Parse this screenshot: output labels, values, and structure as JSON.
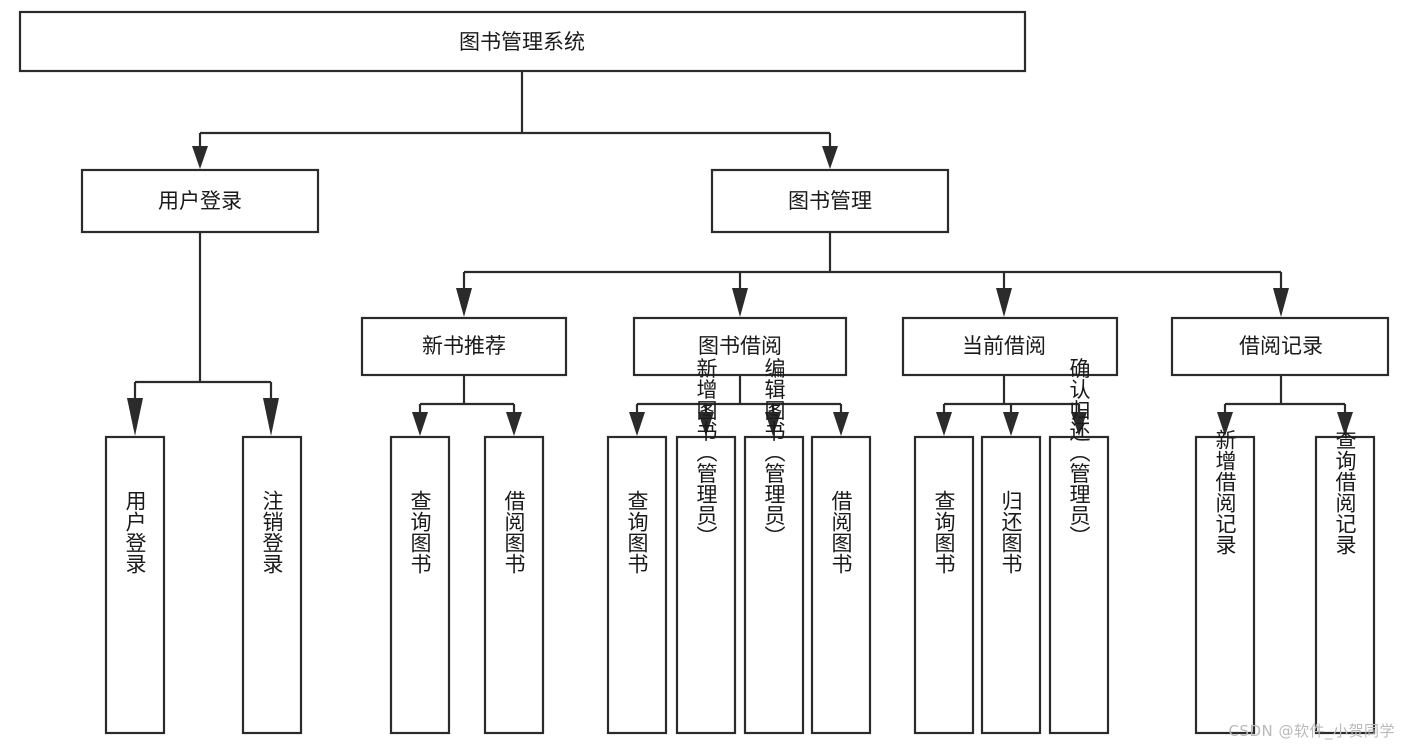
{
  "diagram": {
    "title": "图书管理系统",
    "watermark": "CSDN @软件_小贺同学",
    "type": "tree-hierarchy-diagram",
    "orientation": "top-down",
    "levels": 4,
    "colors": {
      "box_stroke": "#2b2b2b",
      "box_fill": "#ffffff",
      "connector": "#2b2b2b",
      "text": "#1a1a1a",
      "watermark": "#b9b9b9",
      "background": "#ffffff"
    },
    "nodes": {
      "root": {
        "id": "root",
        "label": "图书管理系统",
        "level": 1,
        "orientation": "horizontal"
      },
      "l2_user_login": {
        "id": "l2_user_login",
        "label": "用户登录",
        "level": 2,
        "orientation": "horizontal"
      },
      "l2_book_mgmt": {
        "id": "l2_book_mgmt",
        "label": "图书管理",
        "level": 2,
        "orientation": "horizontal"
      },
      "l3_new_book_rec": {
        "id": "l3_new_book_rec",
        "label": "新书推荐",
        "level": 3,
        "orientation": "horizontal"
      },
      "l3_book_borrow": {
        "id": "l3_book_borrow",
        "label": "图书借阅",
        "level": 3,
        "orientation": "horizontal"
      },
      "l3_current_borrow": {
        "id": "l3_current_borrow",
        "label": "当前借阅",
        "level": 3,
        "orientation": "horizontal"
      },
      "l3_borrow_record": {
        "id": "l3_borrow_record",
        "label": "借阅记录",
        "level": 3,
        "orientation": "horizontal"
      },
      "l4_login": {
        "id": "l4_login",
        "label": "用户登录",
        "level": 4,
        "orientation": "vertical"
      },
      "l4_logout": {
        "id": "l4_logout",
        "label": "注销登录",
        "level": 4,
        "orientation": "vertical"
      },
      "l4_rec_query": {
        "id": "l4_rec_query",
        "label": "查询图书",
        "level": 4,
        "orientation": "vertical"
      },
      "l4_rec_borrow": {
        "id": "l4_rec_borrow",
        "label": "借阅图书",
        "level": 4,
        "orientation": "vertical"
      },
      "l4_bb_query": {
        "id": "l4_bb_query",
        "label": "查询图书",
        "level": 4,
        "orientation": "vertical"
      },
      "l4_bb_add": {
        "id": "l4_bb_add",
        "label": "新增图书（管理员）",
        "level": 4,
        "orientation": "vertical"
      },
      "l4_bb_edit": {
        "id": "l4_bb_edit",
        "label": "编辑图书（管理员）",
        "level": 4,
        "orientation": "vertical"
      },
      "l4_bb_borrow": {
        "id": "l4_bb_borrow",
        "label": "借阅图书",
        "level": 4,
        "orientation": "vertical"
      },
      "l4_cb_query": {
        "id": "l4_cb_query",
        "label": "查询图书",
        "level": 4,
        "orientation": "vertical"
      },
      "l4_cb_return": {
        "id": "l4_cb_return",
        "label": "归还图书",
        "level": 4,
        "orientation": "vertical"
      },
      "l4_cb_confirm": {
        "id": "l4_cb_confirm",
        "label": "确认归还（管理员）",
        "level": 4,
        "orientation": "vertical"
      },
      "l4_br_add": {
        "id": "l4_br_add",
        "label": "新增借阅记录",
        "level": 4,
        "orientation": "vertical"
      },
      "l4_br_query": {
        "id": "l4_br_query",
        "label": "查询借阅记录",
        "level": 4,
        "orientation": "vertical"
      }
    },
    "edges": [
      {
        "from": "root",
        "to": "l2_user_login"
      },
      {
        "from": "root",
        "to": "l2_book_mgmt"
      },
      {
        "from": "l2_user_login",
        "to": "l4_login"
      },
      {
        "from": "l2_user_login",
        "to": "l4_logout"
      },
      {
        "from": "l2_book_mgmt",
        "to": "l3_new_book_rec"
      },
      {
        "from": "l2_book_mgmt",
        "to": "l3_book_borrow"
      },
      {
        "from": "l2_book_mgmt",
        "to": "l3_current_borrow"
      },
      {
        "from": "l2_book_mgmt",
        "to": "l3_borrow_record"
      },
      {
        "from": "l3_new_book_rec",
        "to": "l4_rec_query"
      },
      {
        "from": "l3_new_book_rec",
        "to": "l4_rec_borrow"
      },
      {
        "from": "l3_book_borrow",
        "to": "l4_bb_query"
      },
      {
        "from": "l3_book_borrow",
        "to": "l4_bb_add"
      },
      {
        "from": "l3_book_borrow",
        "to": "l4_bb_edit"
      },
      {
        "from": "l3_book_borrow",
        "to": "l4_bb_borrow"
      },
      {
        "from": "l3_current_borrow",
        "to": "l4_cb_query"
      },
      {
        "from": "l3_current_borrow",
        "to": "l4_cb_return"
      },
      {
        "from": "l3_current_borrow",
        "to": "l4_cb_confirm"
      },
      {
        "from": "l3_borrow_record",
        "to": "l4_br_add"
      },
      {
        "from": "l3_borrow_record",
        "to": "l4_br_query"
      }
    ]
  }
}
